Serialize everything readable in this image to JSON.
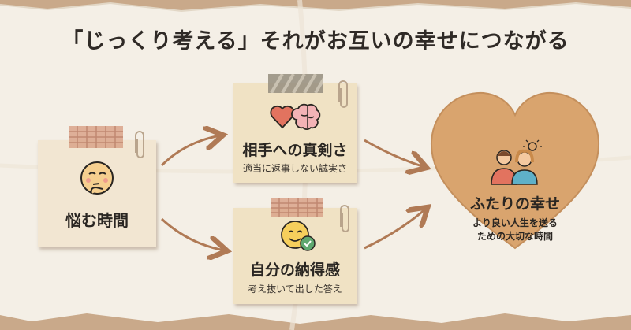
{
  "title": "「じっくり考える」それがお互いの幸せにつながる",
  "left_note": {
    "title": "悩む時間"
  },
  "top_note": {
    "title": "相手への真剣さ",
    "subtitle": "適当に返事しない誠実さ"
  },
  "bottom_note": {
    "title": "自分の納得感",
    "subtitle": "考え抜いて出した答え"
  },
  "heart": {
    "title": "ふたりの幸せ",
    "subtitle_line1": "より良い人生を送る",
    "subtitle_line2": "ための大切な時間"
  },
  "icons": [
    "thinking-face-icon",
    "heart-brain-icon",
    "smiling-face-check-icon",
    "couple-sun-icon",
    "paperclip-icon",
    "arrow-icon"
  ],
  "colors": {
    "background": "#c9a98a",
    "paper": "#f4efe6",
    "note": "#f0e2c4",
    "heart": "#d9a46e",
    "arrow": "#b07a55",
    "tape_plaid": "#d9a38a",
    "tape_striped": "#9a9283"
  }
}
